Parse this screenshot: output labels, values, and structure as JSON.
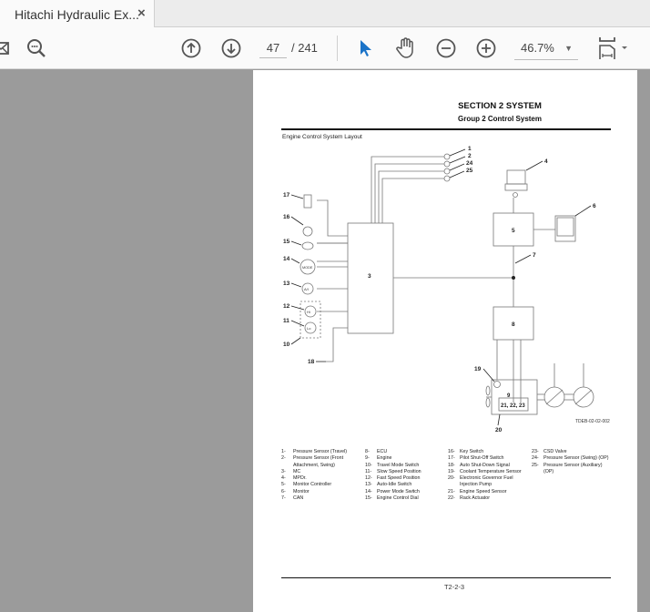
{
  "tab": {
    "title": "Hitachi Hydraulic Ex...",
    "close_icon": "×"
  },
  "toolbar": {
    "mail_icon": "mail-icon",
    "find_icon": "search-icon",
    "prev_page_icon": "arrow-up-circle-icon",
    "next_page_icon": "arrow-down-circle-icon",
    "current_page": "47",
    "total_pages": "/ 241",
    "select_tool": "pointer-icon",
    "hand_tool": "hand-icon",
    "zoom_out": "minus-circle-icon",
    "zoom_in": "plus-circle-icon",
    "zoom_level": "46.7%",
    "fit_page": "fit-width-icon"
  },
  "document": {
    "section_title": "SECTION 2 SYSTEM",
    "group_title": "Group 2 Control System",
    "caption": "Engine Control System Layout",
    "figure_id": "TDEB-02-02-002",
    "footer": "T2-2-3",
    "diagram_labels": {
      "ecu_block": "3",
      "monitor_controller_block": "5",
      "mpdr_block": "8",
      "engine": "9",
      "sensors_box": "21, 22, 23",
      "callouts": [
        "1",
        "2",
        "24",
        "25",
        "4",
        "6",
        "7",
        "17",
        "16",
        "15",
        "14",
        "13",
        "12",
        "11",
        "10",
        "18",
        "19",
        "20"
      ],
      "switch_mode": "MODE",
      "switch_ai": "A/I",
      "switch_hi": "Hi",
      "switch_lo": "Lo"
    },
    "legend": [
      [
        [
          "1-",
          "Pressure Sensor (Travel)"
        ],
        [
          "2-",
          "Pressure Sensor (Front Attachment, Swing)"
        ],
        [
          "3-",
          "MC"
        ],
        [
          "4-",
          "MPDr."
        ],
        [
          "5-",
          "Monitor Controller"
        ],
        [
          "6-",
          "Monitor"
        ],
        [
          "7-",
          "CAN"
        ]
      ],
      [
        [
          "8-",
          "ECU"
        ],
        [
          "9-",
          "Engine"
        ],
        [
          "10-",
          "Travel Mode Switch"
        ],
        [
          "11-",
          "Slow Speed Position"
        ],
        [
          "12-",
          "Fast Speed Position"
        ],
        [
          "13-",
          "Auto-Idle Switch"
        ],
        [
          "14-",
          "Power Mode Switch"
        ],
        [
          "15-",
          "Engine Control Dial"
        ]
      ],
      [
        [
          "16-",
          "Key Switch"
        ],
        [
          "17-",
          "Pilot Shut-Off Switch"
        ],
        [
          "18-",
          "Auto Shut-Down Signal"
        ],
        [
          "19-",
          "Coolant Temperature Sensor"
        ],
        [
          "20-",
          "Electronic Governor Fuel Injection Pump"
        ],
        [
          "21-",
          "Engine Speed Sensor"
        ],
        [
          "22-",
          "Rack Actuator"
        ]
      ],
      [
        [
          "23-",
          "CSD Valve"
        ],
        [
          "24-",
          "Pressure Sensor (Swing) (OP)"
        ],
        [
          "25-",
          "Pressure Sensor (Auxiliary) (OP)"
        ]
      ]
    ]
  },
  "colors": {
    "accent": "#1a73c8",
    "viewer_bg": "#9b9b9b",
    "toolbar_bg": "#fafafa"
  }
}
